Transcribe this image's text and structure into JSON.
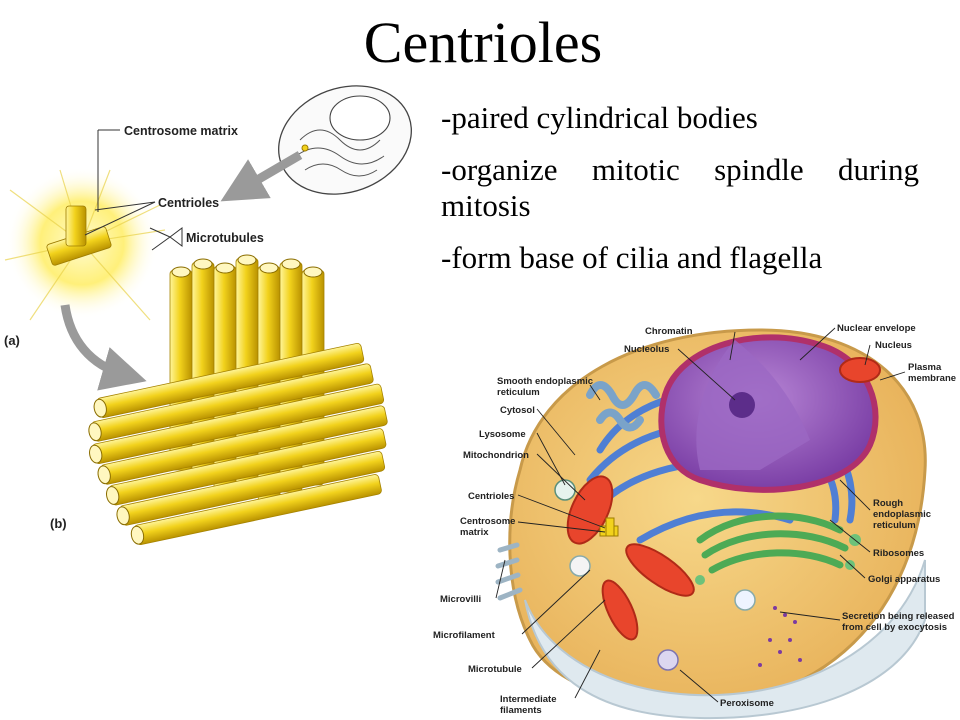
{
  "slide": {
    "title": "Centrioles",
    "bullets": [
      "-paired cylindrical bodies",
      "-organize mitotic spindle during mitosis",
      "-form base of cilia and flagella"
    ]
  },
  "centriole_figure": {
    "labels": {
      "centrosome_matrix": "Centrosome matrix",
      "centrioles": "Centrioles",
      "microtubules": "Microtubules",
      "panel_a": "(a)",
      "panel_b": "(b)"
    }
  },
  "cell_figure": {
    "labels": {
      "chromatin": "Chromatin",
      "nucleolus": "Nucleolus",
      "smooth_er_1": "Smooth endoplasmic",
      "smooth_er_2": "reticulum",
      "cytosol": "Cytosol",
      "lysosome": "Lysosome",
      "mitochondrion": "Mitochondrion",
      "centrioles": "Centrioles",
      "centrosome_1": "Centrosome",
      "centrosome_2": "matrix",
      "microvilli": "Microvilli",
      "microfilament": "Microfilament",
      "microtubule": "Microtubule",
      "intermediate_1": "Intermediate",
      "intermediate_2": "filaments",
      "nuclear_envelope": "Nuclear envelope",
      "nucleus": "Nucleus",
      "plasma_1": "Plasma",
      "plasma_2": "membrane",
      "rough_er_1": "Rough",
      "rough_er_2": "endoplasmic",
      "rough_er_3": "reticulum",
      "ribosomes": "Ribosomes",
      "golgi": "Golgi apparatus",
      "secretion_1": "Secretion being released",
      "secretion_2": "from cell by exocytosis",
      "peroxisome": "Peroxisome"
    }
  },
  "colors": {
    "tube": "#f2d21c",
    "tube_dark": "#c9a500",
    "glow": "#fff27a",
    "arrow": "#9a9a9a",
    "cytoplasm": "#f6c96a",
    "er": "#4f7fd4",
    "nucleus": "#8a55b5",
    "golgi": "#4daa55",
    "mitochondria": "#e8452c"
  }
}
